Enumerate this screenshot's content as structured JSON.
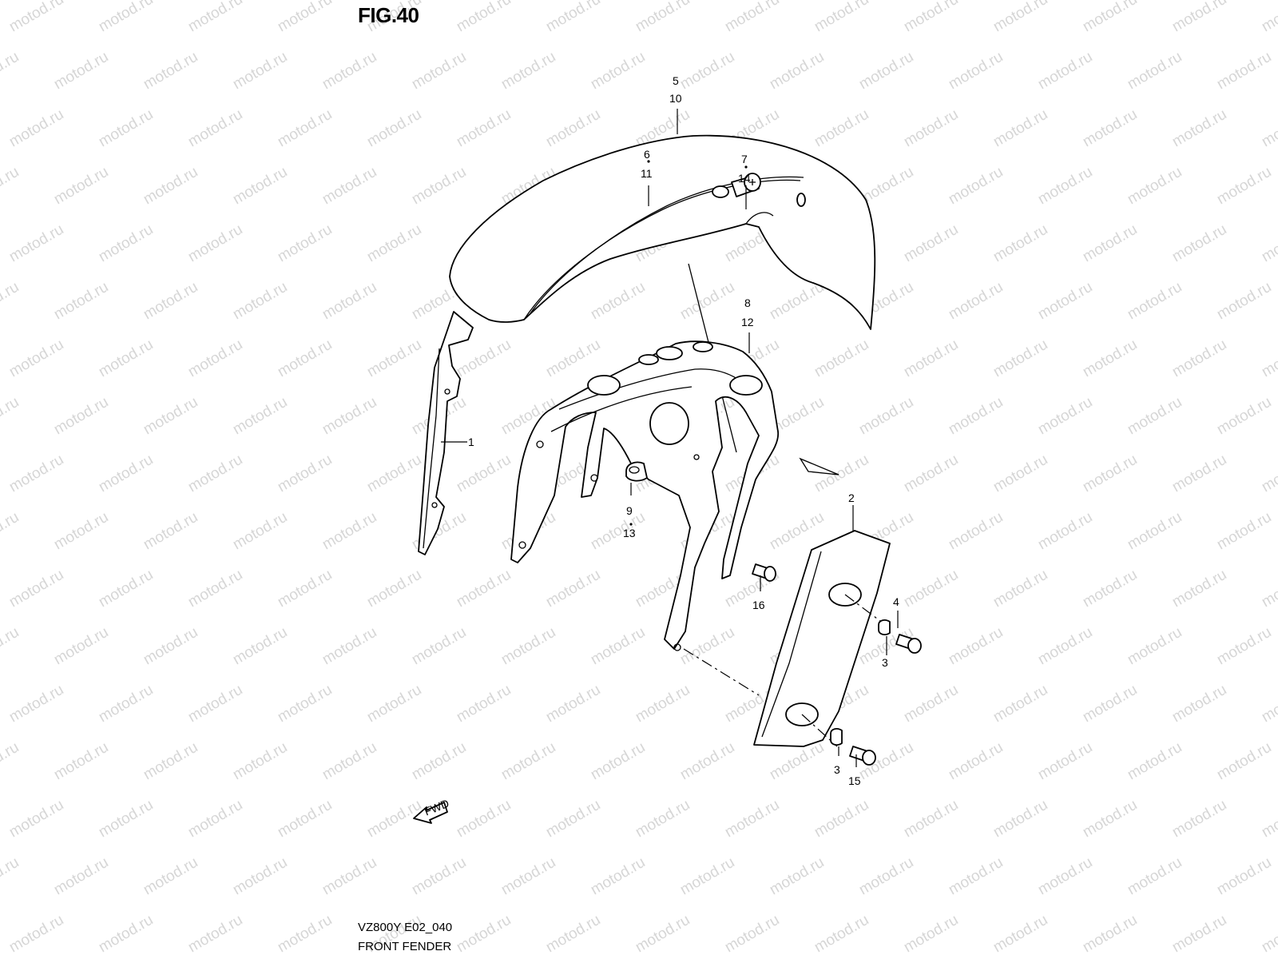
{
  "figure": {
    "title": "FIG.40",
    "model_code": "VZ800Y E02_040",
    "name": "FRONT FENDER"
  },
  "watermark": "motod.ru",
  "fwd_label": "FWD",
  "callouts": {
    "c1": "1",
    "c2": "2",
    "c3a": "3",
    "c3b": "3",
    "c4": "4",
    "c5": "5",
    "c10": "10",
    "c6": "6",
    "c11": "11",
    "c7": "7",
    "c14": "14",
    "c8": "8",
    "c12": "12",
    "c9": "9",
    "c13": "13",
    "c15": "15",
    "c16": "16"
  }
}
